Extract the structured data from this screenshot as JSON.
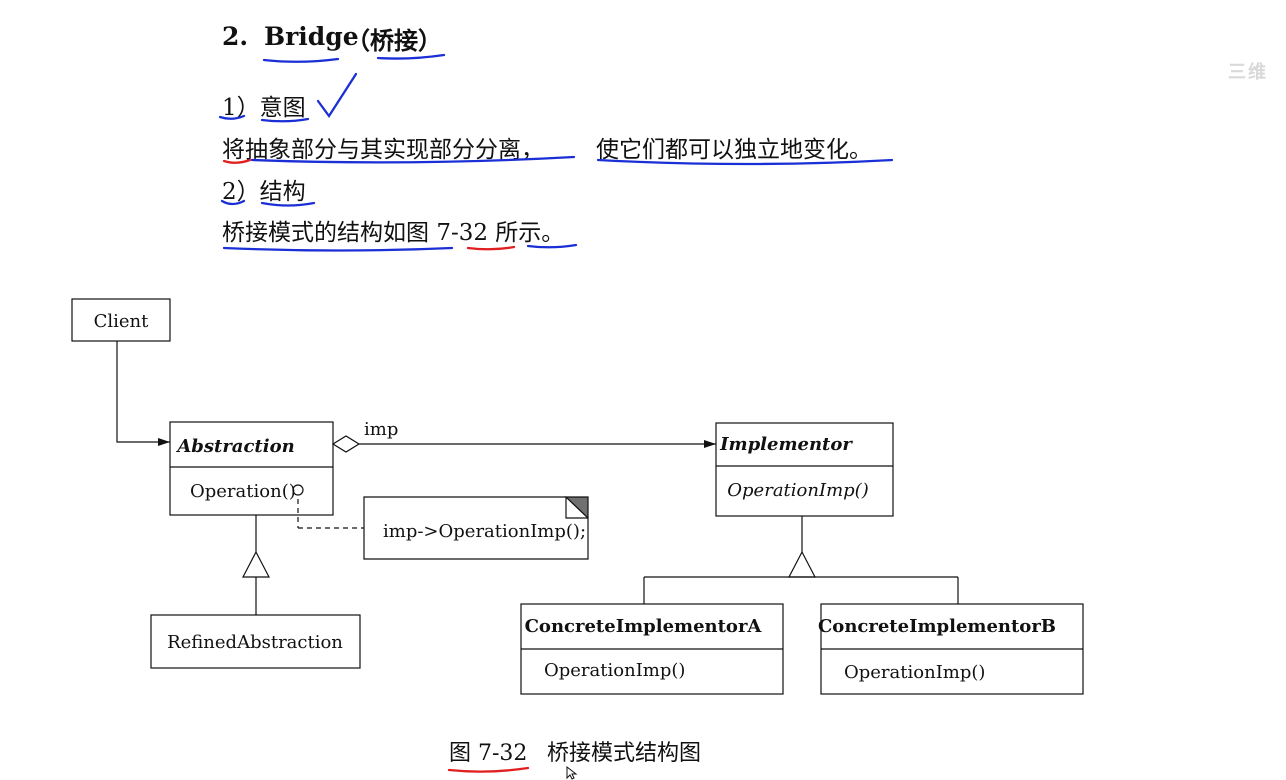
{
  "heading": {
    "number": "2.",
    "title": "Bridge",
    "cn": "（桥接）"
  },
  "intent": {
    "label": "1）意图",
    "text_part1": "将抽象部分与其实现部分分离，",
    "text_part2": "使它们都可以独立地变化。"
  },
  "structure": {
    "label": "2）结构",
    "text_prefix": "桥接模式的结构如图 ",
    "fig_ref": "7-32",
    "text_suffix": " 所示。"
  },
  "diagram": {
    "client": "Client",
    "abstraction": {
      "name": "Abstraction",
      "op": "Operation()"
    },
    "refined": "RefinedAbstraction",
    "association_label": "imp",
    "note": "imp->OperationImp();",
    "implementor": {
      "name": "Implementor",
      "op": "OperationImp()"
    },
    "concrete_a": {
      "name": "ConcreteImplementorA",
      "op": "OperationImp()"
    },
    "concrete_b": {
      "name": "ConcreteImplementorB",
      "op": "OperationImp()"
    }
  },
  "caption": {
    "fig": "图 7-32",
    "title": "桥接模式结构图"
  },
  "side_icon": "三维",
  "colors": {
    "pen_blue": "#1a2fd6",
    "pen_red": "#e02020",
    "note_corner": "#707070"
  }
}
